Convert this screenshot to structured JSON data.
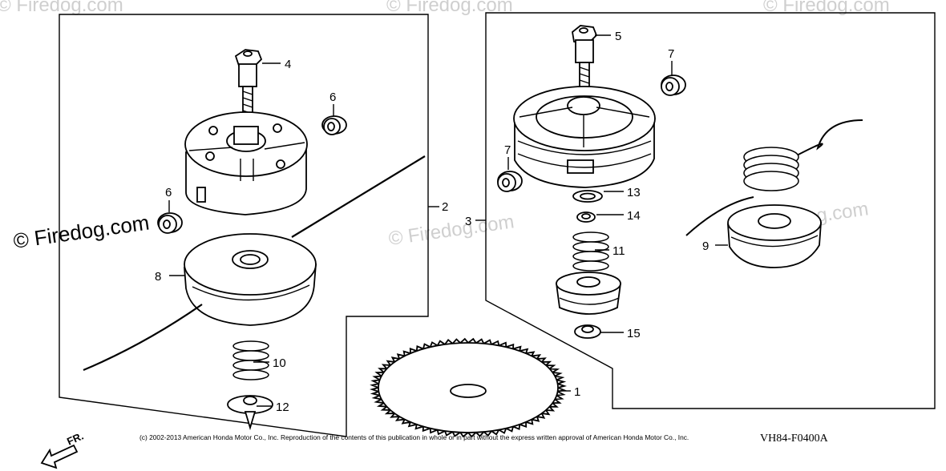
{
  "watermark": {
    "main": "© Firedog.com",
    "faint_1": "© Firedog.com",
    "faint_2": "© Firedog.com",
    "faint_3": "© Firedog.com",
    "faint_4": "© Firedog.com",
    "faint_5": "© Firedog.com"
  },
  "callouts": {
    "p1": "1",
    "p2": "2",
    "p3": "3",
    "p4": "4",
    "p5": "5",
    "p6a": "6",
    "p6b": "6",
    "p7a": "7",
    "p7b": "7",
    "p8": "8",
    "p9": "9",
    "p10": "10",
    "p11": "11",
    "p12": "12",
    "p13": "13",
    "p14": "14",
    "p15": "15"
  },
  "footer": {
    "copyright": "(c) 2002-2013 American Honda Motor Co., Inc. Reproduction of the contents of this publication in whole or in part without the express written approval of American Honda Motor Co., Inc.",
    "drawing_code": "VH84-F0400A",
    "direction": "FR."
  }
}
